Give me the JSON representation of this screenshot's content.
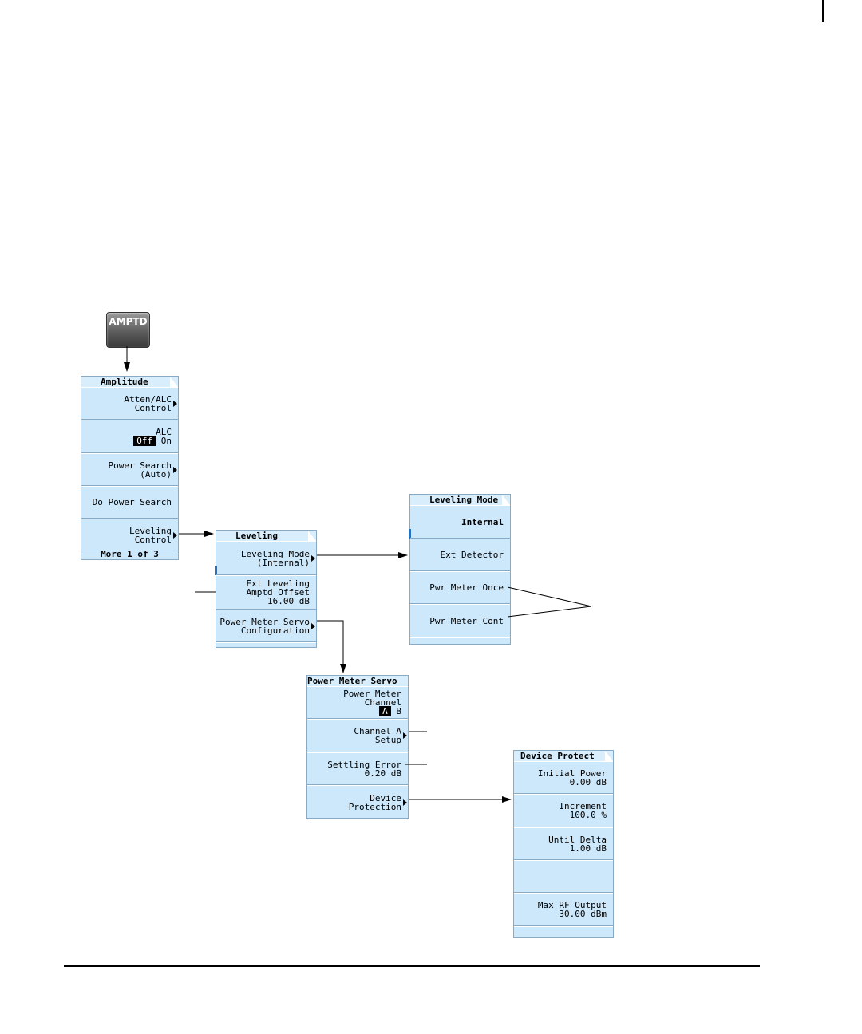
{
  "hardkey": {
    "label": "AMPTD"
  },
  "amplitude_menu": {
    "title": "Amplitude",
    "keys": [
      {
        "lines": [
          "Atten/ALC",
          "Control"
        ]
      },
      {
        "label": "ALC",
        "options": [
          "Off",
          "On"
        ],
        "selected": "Off"
      },
      {
        "lines": [
          "Power Search",
          "(Auto)"
        ]
      },
      {
        "lines": [
          "Do Power Search"
        ]
      },
      {
        "lines": [
          "Leveling",
          "Control"
        ]
      }
    ],
    "footer": "More 1 of 3"
  },
  "leveling_menu": {
    "title": "Leveling",
    "keys": [
      {
        "lines": [
          "Leveling Mode",
          "(Internal)"
        ]
      },
      {
        "lines": [
          "Ext Leveling",
          "Amptd Offset",
          "16.00 dB"
        ]
      },
      {
        "lines": [
          "Power Meter Servo",
          "Configuration"
        ]
      }
    ]
  },
  "leveling_mode_menu": {
    "title": "Leveling Mode",
    "keys": [
      {
        "lines": [
          "Internal"
        ]
      },
      {
        "lines": [
          "Ext Detector"
        ]
      },
      {
        "lines": [
          "Pwr Meter Once"
        ]
      },
      {
        "lines": [
          "Pwr Meter Cont"
        ]
      }
    ]
  },
  "power_meter_servo_menu": {
    "title": "Power Meter Servo",
    "keys": [
      {
        "lines": [
          "Power Meter",
          "Channel"
        ],
        "options": [
          "A",
          "B"
        ],
        "selected": "A"
      },
      {
        "lines": [
          "Channel A",
          "Setup"
        ]
      },
      {
        "lines": [
          "Settling Error",
          "0.20 dB"
        ]
      },
      {
        "lines": [
          "Device",
          "Protection"
        ]
      }
    ]
  },
  "device_protect_menu": {
    "title": "Device Protect",
    "keys": [
      {
        "lines": [
          "Initial Power",
          "0.00 dB"
        ]
      },
      {
        "lines": [
          "Increment",
          "100.0 %"
        ]
      },
      {
        "lines": [
          "Until Delta",
          "1.00 dB"
        ]
      },
      {
        "lines": []
      },
      {
        "lines": [
          "Max RF Output",
          "30.00 dBm"
        ]
      }
    ]
  }
}
